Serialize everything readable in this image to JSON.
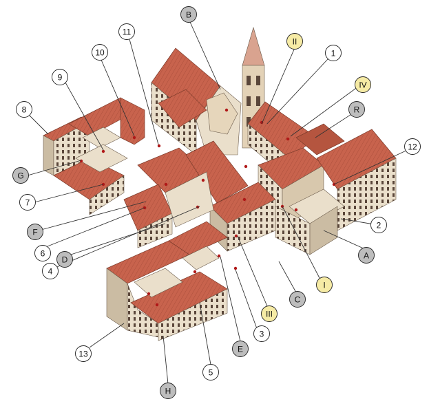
{
  "colors": {
    "roof": "#c8634d",
    "roof_dark": "#a54a37",
    "wall": "#eadfcb",
    "wall_shade": "#cbbca3",
    "window": "#4a3a30",
    "leader": "#333333",
    "dot": "#b01818",
    "callout_white": "#ffffff",
    "callout_grey": "#bdbdbd",
    "callout_yellow": "#f6eba5"
  },
  "callouts": [
    {
      "id": "num-1",
      "text": "1",
      "style": "white"
    },
    {
      "id": "num-2",
      "text": "2",
      "style": "white"
    },
    {
      "id": "num-3",
      "text": "3",
      "style": "white"
    },
    {
      "id": "num-4",
      "text": "4",
      "style": "white"
    },
    {
      "id": "num-5",
      "text": "5",
      "style": "white"
    },
    {
      "id": "num-6",
      "text": "6",
      "style": "white"
    },
    {
      "id": "num-7",
      "text": "7",
      "style": "white"
    },
    {
      "id": "num-8",
      "text": "8",
      "style": "white"
    },
    {
      "id": "num-9",
      "text": "9",
      "style": "white"
    },
    {
      "id": "num-10",
      "text": "10",
      "style": "white"
    },
    {
      "id": "num-11",
      "text": "11",
      "style": "white"
    },
    {
      "id": "num-12",
      "text": "12",
      "style": "white"
    },
    {
      "id": "num-13",
      "text": "13",
      "style": "white"
    },
    {
      "id": "let-A",
      "text": "A",
      "style": "grey"
    },
    {
      "id": "let-B",
      "text": "B",
      "style": "grey"
    },
    {
      "id": "let-C",
      "text": "C",
      "style": "grey"
    },
    {
      "id": "let-D",
      "text": "D",
      "style": "grey"
    },
    {
      "id": "let-E",
      "text": "E",
      "style": "grey"
    },
    {
      "id": "let-F",
      "text": "F",
      "style": "grey"
    },
    {
      "id": "let-G",
      "text": "G",
      "style": "grey"
    },
    {
      "id": "let-H",
      "text": "H",
      "style": "grey"
    },
    {
      "id": "let-R",
      "text": "R",
      "style": "grey"
    },
    {
      "id": "rom-I",
      "text": "I",
      "style": "yellow"
    },
    {
      "id": "rom-II",
      "text": "II",
      "style": "yellow"
    },
    {
      "id": "rom-III",
      "text": "III",
      "style": "yellow"
    },
    {
      "id": "rom-IV",
      "text": "IV",
      "style": "yellow"
    }
  ]
}
